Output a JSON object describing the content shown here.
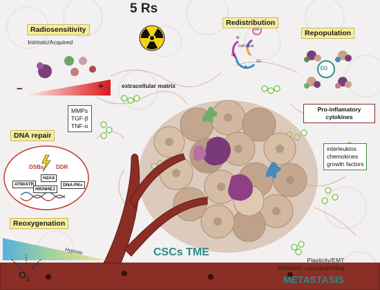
{
  "title": "5 Rs",
  "radiosensitivity": {
    "heading": "Radiosensitivity",
    "subtitle": "Intrinsic/Acquired",
    "minus": "−",
    "plus": "+"
  },
  "redistribution": {
    "heading": "Redistribution",
    "cycle_label": "Cell Cycle",
    "phases": [
      "G0",
      "M",
      "G2",
      "S",
      "G1"
    ]
  },
  "repopulation": {
    "heading": "Repopulation",
    "symbol": "∞"
  },
  "ecm": "extracellular matrix",
  "mmps": [
    "MMPs",
    "TGF-β",
    "TNF-α"
  ],
  "cytokines": {
    "heading": "Pro-inflamatory cytokines",
    "items": [
      "interleukins",
      "chemokines",
      "growth factors"
    ]
  },
  "dna_repair": {
    "heading": "DNA repair",
    "dsbs": "DSBs",
    "ddr": "DDR",
    "atm": "ATM/ATR",
    "h2ax": "H2AX",
    "dnapkc": "DNA-PKc",
    "hr": "HR/NHEJ"
  },
  "reoxygenation": {
    "heading": "Reoxygenation",
    "hypoxia": "Hypoxia",
    "o2": "O",
    "o2_sub": "2"
  },
  "center_label": "CSCs TME",
  "plasticity": [
    "Plasticity/EMT",
    "Metabolic reprogramming"
  ],
  "metastasis": "METASTASIS",
  "colors": {
    "accent_yellow": "#f6eda0",
    "vessel": "#8b2e26",
    "red_text": "#c0392b",
    "teal": "#2a8a86"
  }
}
